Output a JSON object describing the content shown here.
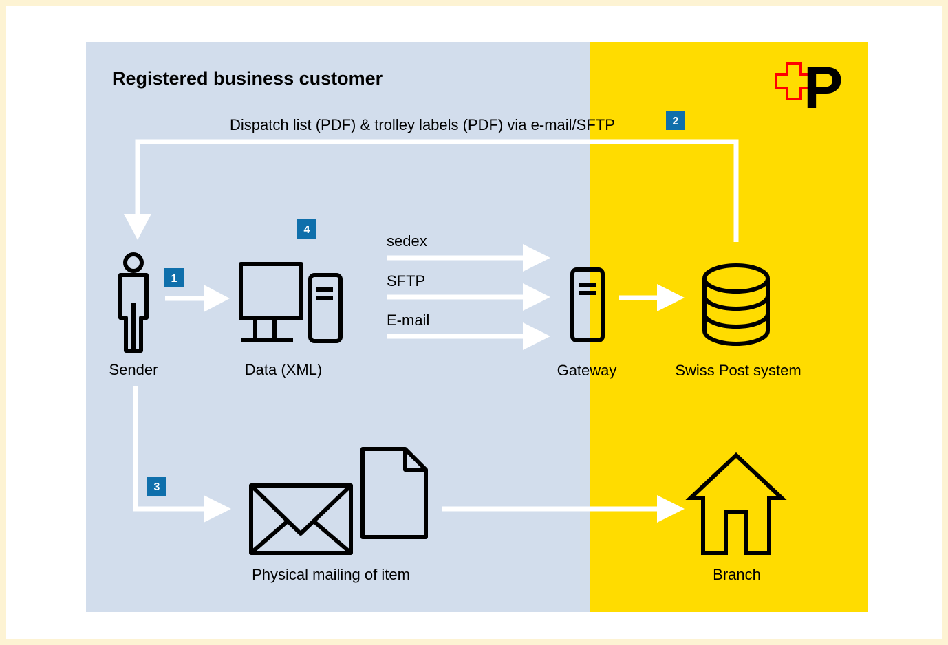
{
  "panel": {
    "title": "Registered business customer",
    "colors": {
      "customer_area": "#d2ddec",
      "post_area": "#ffdc00",
      "flow": "#ffffff",
      "icon": "#000000",
      "badge": "#0f6fab",
      "logo_cross": "#ff0000"
    }
  },
  "logo": {
    "name": "swiss-post-logo",
    "text": "P"
  },
  "dispatch": {
    "label": "Dispatch list (PDF) & trolley labels (PDF) via e-mail/SFTP"
  },
  "steps": {
    "one": "1",
    "two": "2",
    "three": "3",
    "four": "4"
  },
  "nodes": {
    "sender": {
      "label": "Sender",
      "icon": "person-icon"
    },
    "data": {
      "label": "Data (XML)",
      "icon": "computer-icon"
    },
    "gateway": {
      "label": "Gateway",
      "icon": "server-icon"
    },
    "swisspost": {
      "label": "Swiss Post system",
      "icon": "database-icon"
    },
    "mailing": {
      "label": "Physical mailing of item",
      "icon": "envelope-icon"
    },
    "branch": {
      "label": "Branch",
      "icon": "house-icon"
    }
  },
  "channels": {
    "sedex": "sedex",
    "sftp": "SFTP",
    "email": "E-mail"
  }
}
